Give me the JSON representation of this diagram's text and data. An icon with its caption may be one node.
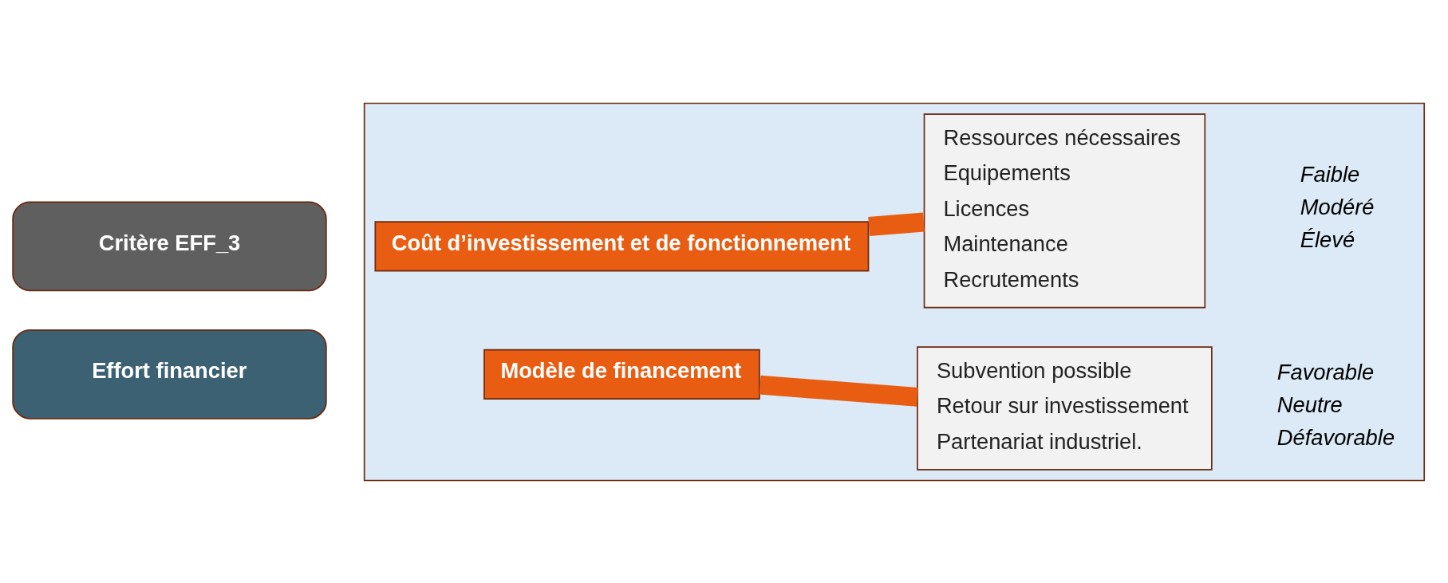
{
  "diagram": {
    "nodes": [
      {
        "text": [
          "Critère EFF_3"
        ]
      },
      {
        "text": [
          "Effort financier"
        ]
      },
      {
        "text": [],
        "shape": "box"
      },
      {
        "text": [
          "Coût d’investissement et de fonctionnement"
        ],
        "in": 2
      },
      {
        "text": [
          "Ressources nécessaires",
          "Equipements",
          "Licences",
          "Maintenance",
          "Recrutements"
        ],
        "in": 2
      },
      {
        "text": [
          "Modèle de financement"
        ],
        "in": 2
      },
      {
        "text": [
          "Subvention possible",
          "Retour sur investissement",
          "Partenariat industriel."
        ],
        "in": 2
      }
    ],
    "edges": [
      {
        "from": 3,
        "to": 4,
        "arrow": "none"
      },
      {
        "from": 5,
        "to": 6,
        "arrow": "none"
      }
    ],
    "labels": [
      "Faible",
      "Modéré",
      "Élevé",
      "Favorable",
      "Neutre",
      "Défavorable"
    ]
  }
}
